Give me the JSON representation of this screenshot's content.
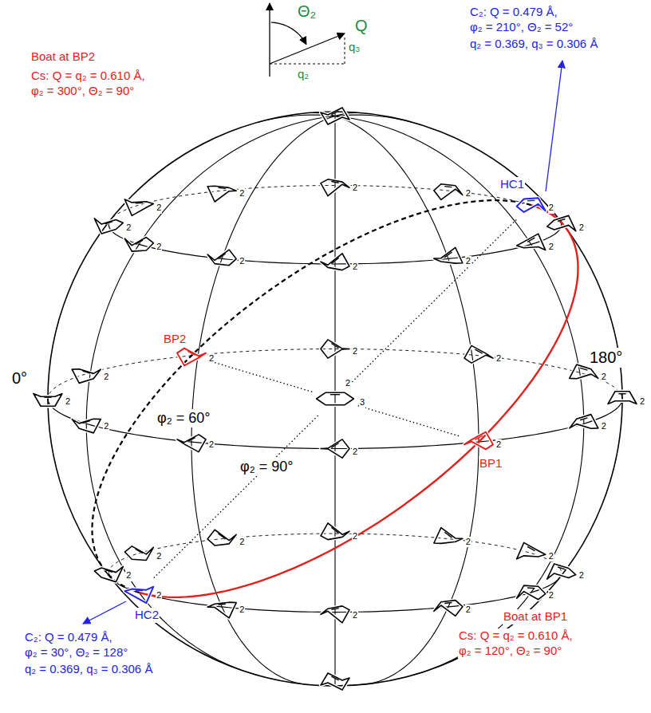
{
  "diagram": {
    "labels": [
      "Θ₂",
      "Q",
      "q₂",
      "q₃",
      "C₂: Q = 0.479 Å, φ₂ = 210°, Θ₂ = 52°",
      "q₂ = 0.369, q₃ = 0.306 Å",
      "Boat at BP2",
      "Cs: Q = q₂ = 0.610 Å, φ₂ = 300°, Θ₂ = 90°",
      "HC1",
      "BP2",
      "0°",
      "180°",
      "φ₂ = 60°",
      "φ₂ = 90°",
      "BP1",
      "HC2",
      "C₂: Q = 0.479 Å, φ₂ = 30°, Θ₂ = 128°",
      "q₂ = 0.369, q₃ = 0.306 Å",
      "Boat at BP1",
      "Cs: Q = q₂ = 0.610 Å, φ₂ = 120°, Θ₂ = 90°",
      "2",
      "2",
      "2",
      "2",
      "2",
      "2",
      "2",
      "2",
      "2",
      "2",
      "2",
      "2",
      "2",
      "2",
      "2",
      "2",
      "2",
      "2",
      "2",
      "2",
      "2",
      "2",
      "2",
      "2",
      "2",
      "2",
      "2",
      "2",
      "2",
      "2",
      "2",
      "2",
      "2",
      "2",
      "2",
      "2",
      "2",
      "3"
    ]
  }
}
